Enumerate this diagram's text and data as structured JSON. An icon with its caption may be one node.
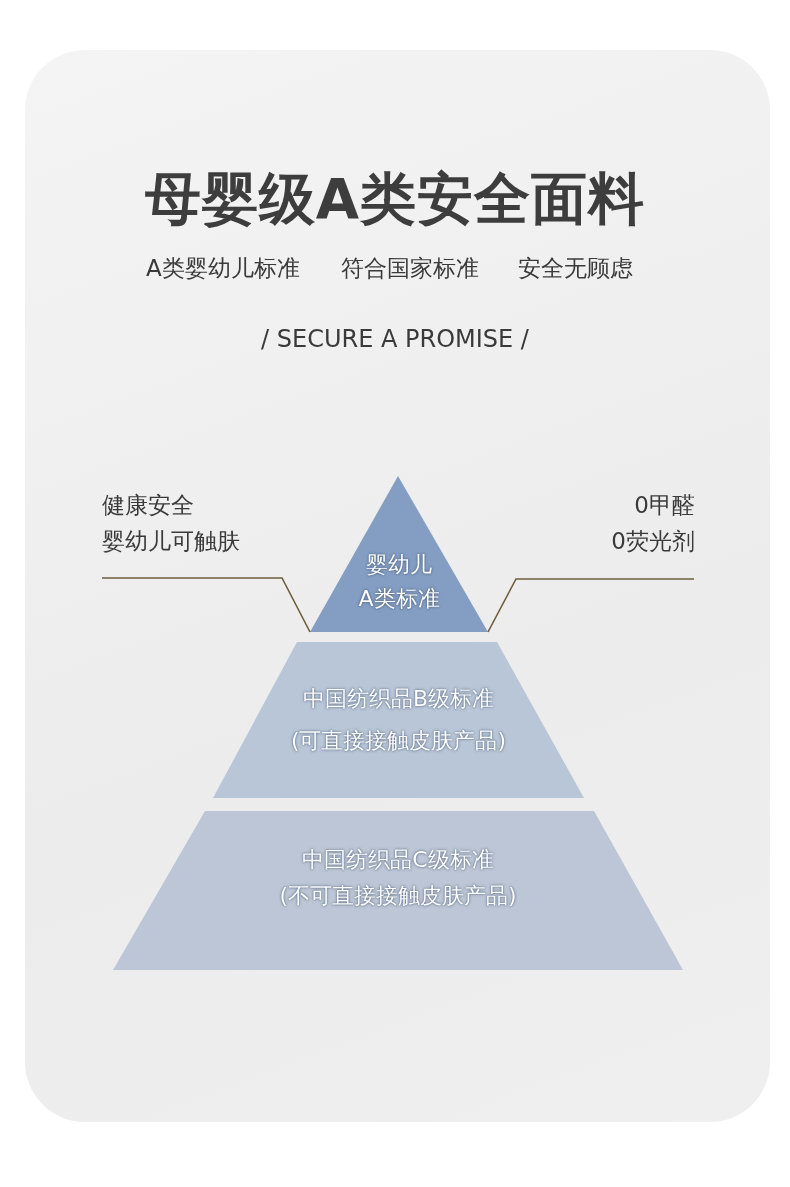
{
  "diagram": {
    "title": "母婴级A类安全面料",
    "nodes": [
      {
        "text": [
          "健康安全",
          "婴幼儿可触肤"
        ]
      },
      {
        "text": [
          "0甲醛",
          "0荧光剂"
        ]
      },
      {
        "text": [
          "婴幼儿",
          "A类标准"
        ]
      },
      {
        "text": [
          "中国纺织品B级标准",
          "(可直接接触皮肤产品)"
        ]
      },
      {
        "text": [
          "中国纺织品C级标准",
          "(不可直接接触皮肤产品)"
        ]
      }
    ],
    "edges": [
      {
        "from": 0,
        "to": 2,
        "arrow": "none"
      },
      {
        "from": 1,
        "to": 2,
        "arrow": "none"
      }
    ],
    "labels": [
      "A类婴幼儿标准",
      "符合国家标准",
      "安全无顾虑",
      "/ SECURE A PROMISE /"
    ]
  }
}
